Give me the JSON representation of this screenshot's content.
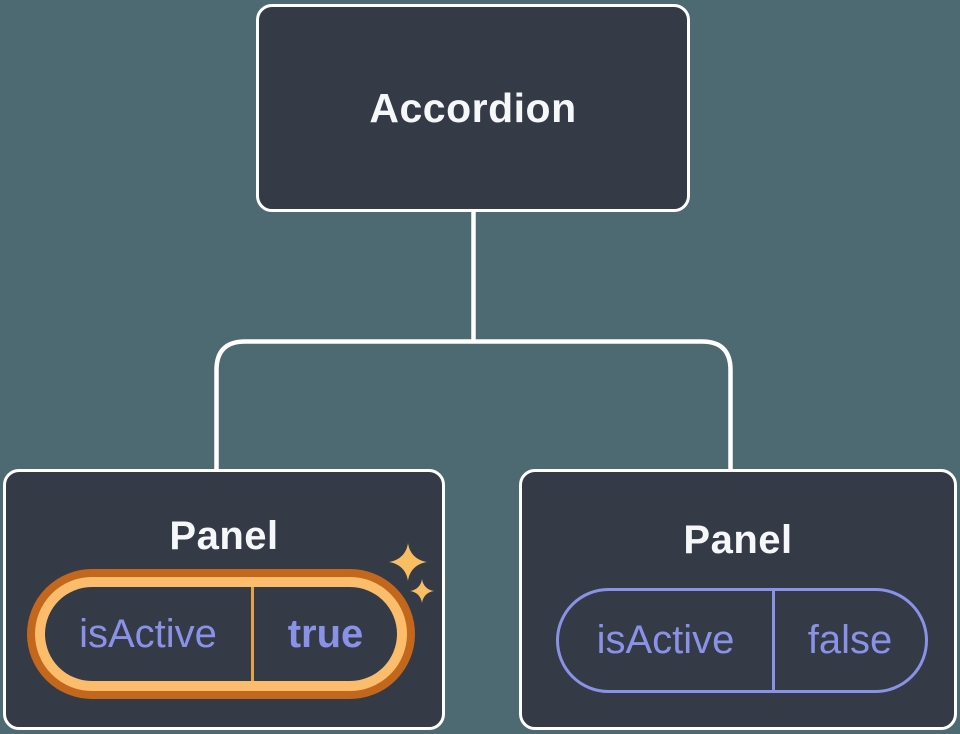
{
  "diagram": {
    "root_node": {
      "label": "Accordion"
    },
    "panel_nodes": [
      {
        "title": "Panel",
        "prop_name": "isActive",
        "prop_value": "true",
        "highlighted": true,
        "icon": "sparkle-icon"
      },
      {
        "title": "Panel",
        "prop_name": "isActive",
        "prop_value": "false",
        "highlighted": false
      }
    ],
    "colors": {
      "background": "#4D6971",
      "node_fill": "#343A46",
      "node_border": "#FFFFFF",
      "connector": "#FFFFFF",
      "title_text": "#F6F7F9",
      "prop_text": "#8A92E8",
      "prop_border": "#8A92E8",
      "highlight_ring_outer": "#C2671B",
      "highlight_ring_inner": "#FBBD6B",
      "highlight_divider": "#E2A24E",
      "sparkle": "#F9BE61"
    }
  }
}
